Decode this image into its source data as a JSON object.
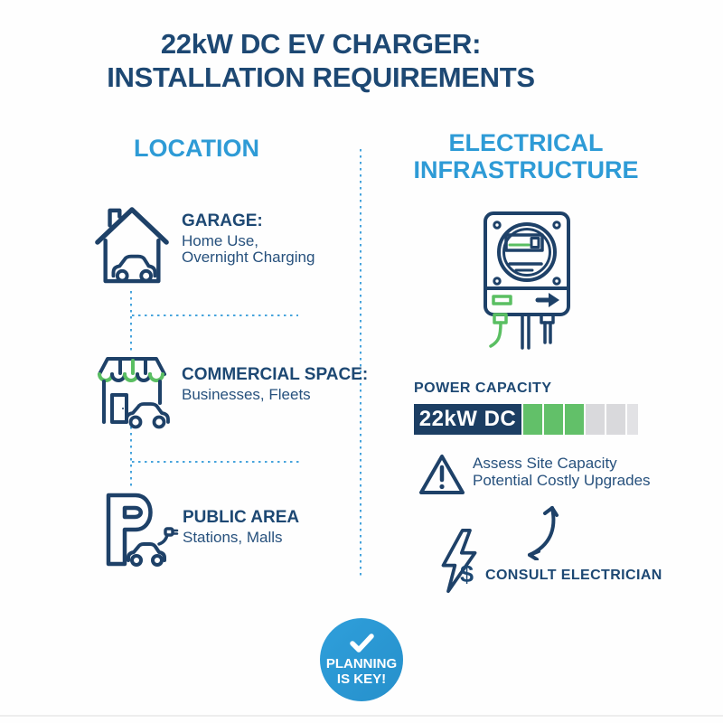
{
  "title": {
    "line1": "22kW DC EV CHARGER:",
    "line2": "INSTALLATION REQUIREMENTS"
  },
  "location": {
    "heading": "LOCATION",
    "items": [
      {
        "icon": "garage-house-icon",
        "label": "GARAGE:",
        "desc": [
          "Home Use,",
          "Overnight Charging"
        ]
      },
      {
        "icon": "storefront-icon",
        "label": "COMMERCIAL SPACE:",
        "desc": [
          "Businesses, Fleets"
        ]
      },
      {
        "icon": "parking-area-icon",
        "label": "PUBLIC AREA",
        "desc": [
          "Stations, Malls"
        ]
      }
    ]
  },
  "electrical": {
    "heading_line1": "ELECTRICAL",
    "heading_line2": "INFRASTRUCTURE",
    "meter_icon": "electric-meter-icon",
    "power": {
      "label": "POWER CAPACITY",
      "value": "22kW DC",
      "segments_filled": 3,
      "segments_empty": 2,
      "segments_empty_narrow": 1
    },
    "warning": {
      "icon": "warning-triangle-icon",
      "line1": "Assess Site Capacity",
      "line2": "Potential Costly Upgrades"
    },
    "consult": {
      "icon": "lightning-dollar-icon",
      "arrow_icon": "curved-arrow-icon",
      "dollar": "$",
      "label": "CONSULT ELECTRICIAN"
    }
  },
  "badge": {
    "icon": "checkmark-icon",
    "line1": "PLANNING",
    "line2": "IS KEY!"
  },
  "colors": {
    "navy_text": "#1d4873",
    "icon_navy": "#1e4168",
    "heading_blue": "#2e9bd6",
    "dotted_blue": "#47a4dc",
    "green": "#62c069",
    "segment_gray": "#d9d9dc",
    "bar_navy": "#1c3e63",
    "badge_blue": "#2b96d1"
  }
}
